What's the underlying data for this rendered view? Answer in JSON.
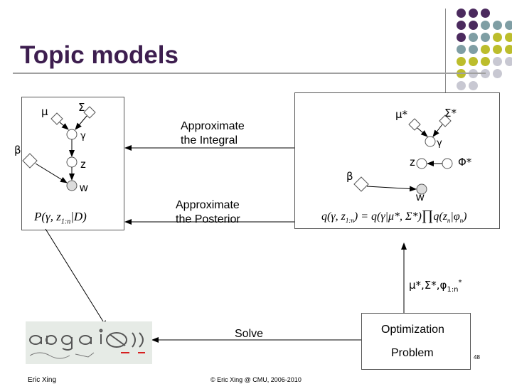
{
  "slide": {
    "title": "Topic models",
    "footer_left": "Eric Xing",
    "footer_center": "© Eric Xing @ CMU, 2006-2010",
    "page_number": "48"
  },
  "left_model": {
    "mu": "μ",
    "sigma": "Σ",
    "gamma": "γ",
    "beta": "β",
    "z": "z",
    "w": "w",
    "formula_lead": "P(γ, z",
    "formula_sub": "1:n",
    "formula_tail": "|D)"
  },
  "right_model": {
    "mu_star": "μ*",
    "sigma_star": "Σ*",
    "gamma": "γ",
    "beta": "β",
    "z": "z",
    "phi_star": "Φ*",
    "w": "w",
    "formula_q_lead": "q(γ, z",
    "formula_sub": "1:n",
    "formula_q_mid": ") = q(γ|μ*, Σ*)",
    "formula_prod": "∏",
    "formula_q_tail": "q(z",
    "formula_q_tail_sub": "n",
    "formula_q_end": "|φ",
    "formula_phi_sub": "n",
    "formula_close": ")"
  },
  "annotations": {
    "approx_integral_line1": "Approximate",
    "approx_integral_line2": "the Integral",
    "approx_posterior_line1": "Approximate",
    "approx_posterior_line2": "the Posterior",
    "params_main": "μ*,Σ*,φ",
    "params_sub": "1:n",
    "params_sup": "*",
    "solve": "Solve",
    "optimization_line1": "Optimization",
    "optimization_line2": "Problem"
  },
  "colors": {
    "title": "#3d1e4f",
    "dot_purple": "#4b2a5e",
    "dot_teal": "#7f9ea4",
    "dot_olive": "#bcbd2c",
    "dot_grey": "#c8c8d2",
    "logo_red": "#d62020"
  },
  "decoration": {
    "dot_grid_colors": [
      [
        "purple",
        "purple",
        "purple"
      ],
      [
        "purple",
        "purple",
        "teal",
        "teal",
        "teal"
      ],
      [
        "purple",
        "teal",
        "teal",
        "olive",
        "olive"
      ],
      [
        "teal",
        "teal",
        "olive",
        "olive",
        "olive"
      ],
      [
        "olive",
        "olive",
        "olive",
        "grey",
        "grey"
      ],
      [
        "olive",
        "grey",
        "grey",
        "grey"
      ],
      [
        "grey",
        "grey"
      ]
    ]
  }
}
